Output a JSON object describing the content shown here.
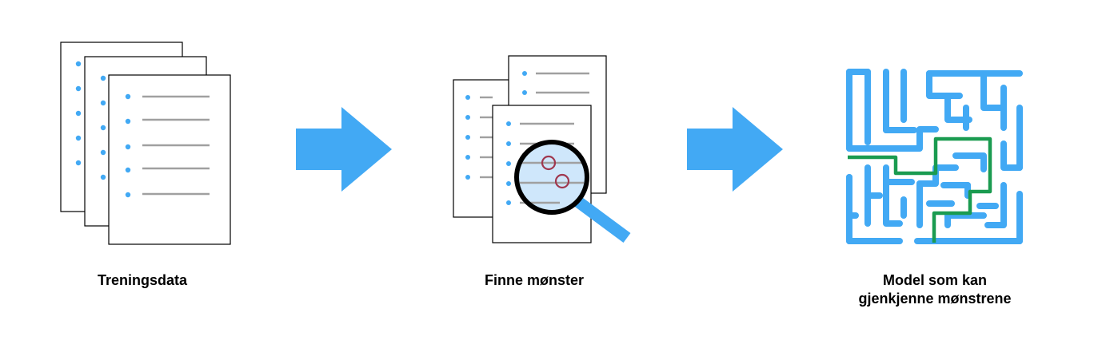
{
  "steps": [
    {
      "label": "Treningsdata",
      "icon": "documents-stack-icon"
    },
    {
      "label": "Finne mønster",
      "icon": "magnifier-over-documents-icon"
    },
    {
      "label_line1": "Model som kan",
      "label_line2": "gjenkjenne mønstrene",
      "icon": "maze-icon"
    }
  ],
  "connectors": [
    {
      "icon": "arrow-right-icon"
    },
    {
      "icon": "arrow-right-icon"
    }
  ],
  "colors": {
    "accent_blue": "#42a9f4",
    "light_blue": "#cfe7fb",
    "line_gray": "#a0a0a0",
    "path_green": "#1a9b50",
    "circle_red": "#a0384f",
    "outline": "#000000"
  }
}
